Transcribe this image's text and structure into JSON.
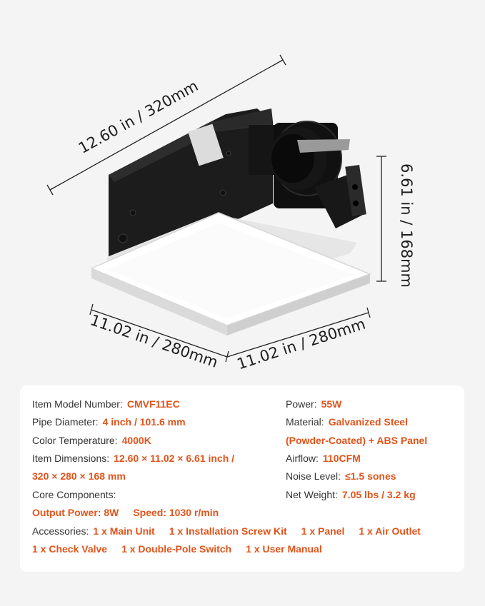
{
  "dimensions": {
    "length": "12.60 in / 320mm",
    "height": "6.61 in / 168mm",
    "width_left": "11.02 in / 280mm",
    "width_right": "11.02 in / 280mm"
  },
  "specs": {
    "model_label": "Item Model Number:",
    "model_value": "CMVF11EC",
    "pipe_label": "Pipe Diameter:",
    "pipe_value": "4 inch / 101.6 mm",
    "color_temp_label": "Color Temperature:",
    "color_temp_value": "4000K",
    "dims_label": "Item Dimensions:",
    "dims_value_1": "12.60 × 11.02 × 6.61 inch /",
    "dims_value_2": "320 × 280 × 168 mm",
    "core_label": "Core Components:",
    "output_power": "Output Power: 8W",
    "speed": "Speed: 1030 r/min",
    "accessories_label": "Accessories:",
    "accessories": [
      "1 x Main Unit",
      "1 x Installation Screw Kit",
      "1 x Panel",
      "1 x Air Outlet",
      "1 x Check Valve",
      "1 x Double-Pole Switch",
      "1 x User Manual"
    ],
    "power_label": "Power:",
    "power_value": "55W",
    "material_label": "Material:",
    "material_value_1": "Galvanized Steel",
    "material_value_2": "(Powder-Coated) + ABS Panel",
    "airflow_label": "Airflow:",
    "airflow_value": "110CFM",
    "noise_label": "Noise Level:",
    "noise_value": "≤1.5 sones",
    "weight_label": "Net Weight:",
    "weight_value": "7.05 lbs / 3.2 kg"
  },
  "colors": {
    "accent": "#e0541c",
    "text": "#333333",
    "background": "#f4f4f4"
  }
}
